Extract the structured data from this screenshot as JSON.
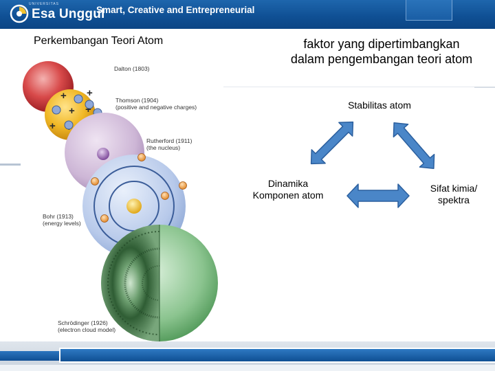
{
  "header": {
    "logo_text": "Esa Unggul",
    "logo_small": "UNIVERSITAS",
    "tagline": "Smart, Creative and Entrepreneurial"
  },
  "left": {
    "title": "Perkembangan Teori Atom",
    "models": [
      {
        "name": "Dalton (1803)",
        "note": ""
      },
      {
        "name": "Thomson (1904)",
        "note": "(positive and negative charges)"
      },
      {
        "name": "Rutherford (1911)",
        "note": "(the nucleus)"
      },
      {
        "name": "Bohr (1913)",
        "note": "(energy levels)"
      },
      {
        "name": "Schrödinger (1926)",
        "note": "(electron cloud model)"
      }
    ]
  },
  "right": {
    "title_line1": "faktor yang dipertimbangkan",
    "title_line2": "dalam pengembangan teori atom",
    "node_top": "Stabilitas atom",
    "node_left_line1": "Dinamika",
    "node_left_line2": "Komponen atom",
    "node_right_line1": "Sifat kimia/",
    "node_right_line2": "spektra"
  },
  "colors": {
    "brand_blue": "#0f4f93",
    "arrow_fill": "#4a86c8",
    "arrow_stroke": "#2b5f9e"
  }
}
